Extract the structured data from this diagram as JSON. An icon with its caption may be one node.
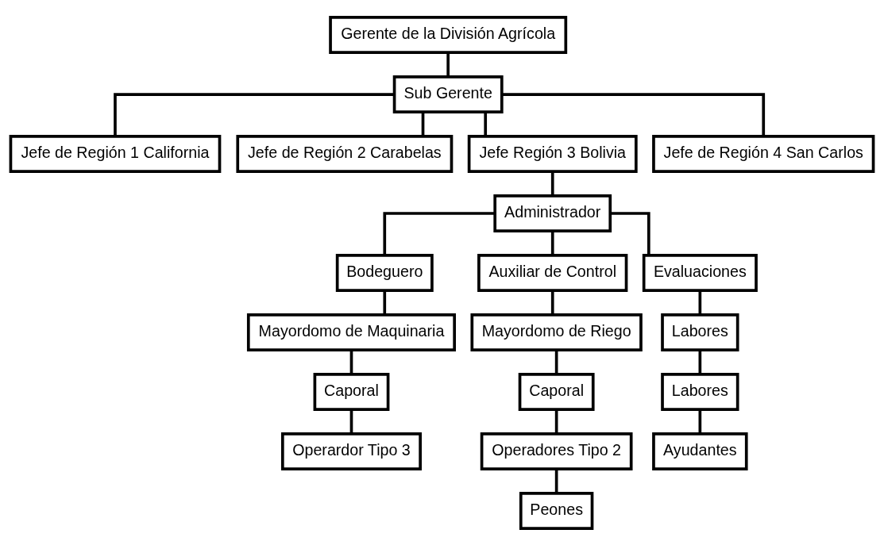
{
  "diagram": {
    "nodes": [
      {
        "text": [
          "Gerente de la División Agrícola"
        ]
      },
      {
        "text": [
          "Sub Gerente"
        ]
      },
      {
        "text": [
          "Jefe de Región 1 California"
        ]
      },
      {
        "text": [
          "Jefe de Región 2 Carabelas"
        ]
      },
      {
        "text": [
          "Jefe Región 3 Bolivia"
        ]
      },
      {
        "text": [
          "Jefe de Región 4 San Carlos"
        ]
      },
      {
        "text": [
          "Administrador"
        ]
      },
      {
        "text": [
          "Bodeguero"
        ]
      },
      {
        "text": [
          "Auxiliar de Control"
        ]
      },
      {
        "text": [
          "Evaluaciones"
        ]
      },
      {
        "text": [
          "Mayordomo de Maquinaria"
        ]
      },
      {
        "text": [
          "Caporal"
        ]
      },
      {
        "text": [
          "Operardor Tipo 3"
        ]
      },
      {
        "text": [
          "Mayordomo de Riego"
        ]
      },
      {
        "text": [
          "Caporal"
        ]
      },
      {
        "text": [
          "Operadores Tipo 2"
        ]
      },
      {
        "text": [
          "Peones"
        ]
      },
      {
        "text": [
          "Labores"
        ]
      },
      {
        "text": [
          "Labores"
        ]
      },
      {
        "text": [
          "Ayudantes"
        ]
      }
    ],
    "edges": [
      {
        "from": 0,
        "to": 1,
        "arrow": "none"
      },
      {
        "from": 1,
        "to": 2,
        "arrow": "none"
      },
      {
        "from": 1,
        "to": 3,
        "arrow": "none"
      },
      {
        "from": 1,
        "to": 4,
        "arrow": "none"
      },
      {
        "from": 1,
        "to": 5,
        "arrow": "none"
      },
      {
        "from": 4,
        "to": 6,
        "arrow": "none"
      },
      {
        "from": 6,
        "to": 7,
        "arrow": "none"
      },
      {
        "from": 6,
        "to": 8,
        "arrow": "none"
      },
      {
        "from": 6,
        "to": 9,
        "arrow": "none"
      },
      {
        "from": 7,
        "to": 10,
        "arrow": "none"
      },
      {
        "from": 10,
        "to": 11,
        "arrow": "none"
      },
      {
        "from": 11,
        "to": 12,
        "arrow": "none"
      },
      {
        "from": 8,
        "to": 13,
        "arrow": "none"
      },
      {
        "from": 13,
        "to": 14,
        "arrow": "none"
      },
      {
        "from": 14,
        "to": 15,
        "arrow": "none"
      },
      {
        "from": 15,
        "to": 16,
        "arrow": "none"
      },
      {
        "from": 9,
        "to": 17,
        "arrow": "none"
      },
      {
        "from": 17,
        "to": 18,
        "arrow": "none"
      },
      {
        "from": 18,
        "to": 19,
        "arrow": "none"
      }
    ]
  }
}
